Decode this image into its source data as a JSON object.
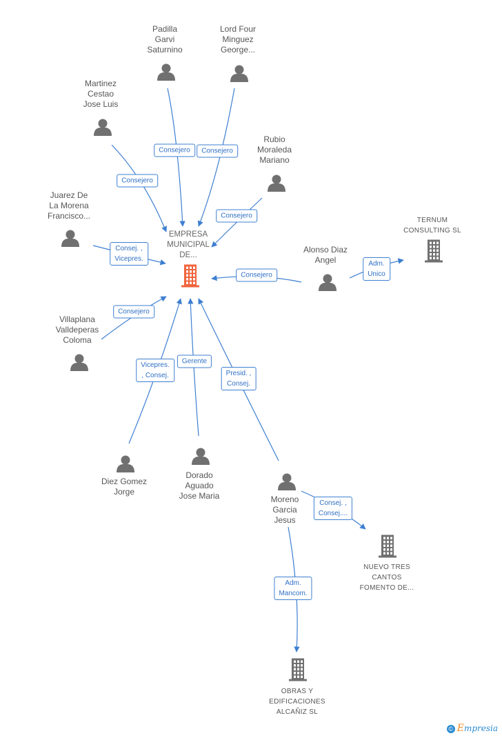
{
  "nodes": [
    {
      "id": "main",
      "type": "company-main",
      "lines": [
        "EMPRESA",
        "MUNICIPAL",
        "DE..."
      ]
    },
    {
      "id": "padilla",
      "type": "person",
      "lines": [
        "Padilla",
        "Garvi",
        "Saturnino"
      ]
    },
    {
      "id": "lordfour",
      "type": "person",
      "lines": [
        "Lord Four",
        "Minguez",
        "George..."
      ]
    },
    {
      "id": "martinez",
      "type": "person",
      "lines": [
        "Martinez",
        "Cestao",
        "Jose Luis"
      ]
    },
    {
      "id": "rubio",
      "type": "person",
      "lines": [
        "Rubio",
        "Moraleda",
        "Mariano"
      ]
    },
    {
      "id": "juarez",
      "type": "person",
      "lines": [
        "Juarez De",
        "La Morena",
        "Francisco..."
      ]
    },
    {
      "id": "alonso",
      "type": "person",
      "lines": [
        "Alonso Diaz",
        "Angel"
      ]
    },
    {
      "id": "ternum",
      "type": "company",
      "lines": [
        "TERNUM",
        "CONSULTING SL"
      ]
    },
    {
      "id": "villaplana",
      "type": "person",
      "lines": [
        "Villaplana",
        "Valldeperas",
        "Coloma"
      ]
    },
    {
      "id": "diez",
      "type": "person",
      "lines": [
        "Diez Gomez",
        "Jorge"
      ]
    },
    {
      "id": "dorado",
      "type": "person",
      "lines": [
        "Dorado",
        "Aguado",
        "Jose Maria"
      ]
    },
    {
      "id": "moreno",
      "type": "person",
      "lines": [
        "Moreno",
        "Garcia",
        "Jesus"
      ]
    },
    {
      "id": "nuevo",
      "type": "company",
      "lines": [
        "NUEVO TRES",
        "CANTOS",
        "FOMENTO DE..."
      ]
    },
    {
      "id": "obras",
      "type": "company",
      "lines": [
        "OBRAS Y",
        "EDIFICACIONES",
        "ALCAÑIZ SL"
      ]
    }
  ],
  "edges": [
    {
      "id": "e-padilla",
      "from": "padilla",
      "to": "main",
      "label": [
        "Consejero"
      ]
    },
    {
      "id": "e-lordfour",
      "from": "lordfour",
      "to": "main",
      "label": [
        "Consejero"
      ]
    },
    {
      "id": "e-martinez",
      "from": "martinez",
      "to": "main",
      "label": [
        "Consejero"
      ]
    },
    {
      "id": "e-rubio",
      "from": "rubio",
      "to": "main",
      "label": [
        "Consejero"
      ]
    },
    {
      "id": "e-juarez",
      "from": "juarez",
      "to": "main",
      "label": [
        "Consej. ,",
        "Vicepres."
      ]
    },
    {
      "id": "e-alonso",
      "from": "alonso",
      "to": "main",
      "label": [
        "Consejero"
      ]
    },
    {
      "id": "e-alonso-ternum",
      "from": "alonso",
      "to": "ternum",
      "label": [
        "Adm.",
        "Unico"
      ]
    },
    {
      "id": "e-villaplana",
      "from": "villaplana",
      "to": "main",
      "label": [
        "Consejero"
      ]
    },
    {
      "id": "e-diez",
      "from": "diez",
      "to": "main",
      "label": [
        "Vicepres.",
        ", Consej."
      ]
    },
    {
      "id": "e-dorado",
      "from": "dorado",
      "to": "main",
      "label": [
        "Gerente"
      ]
    },
    {
      "id": "e-moreno",
      "from": "moreno",
      "to": "main",
      "label": [
        "Presid. ,",
        "Consej."
      ]
    },
    {
      "id": "e-moreno-nuevo",
      "from": "moreno",
      "to": "nuevo",
      "label": [
        "Consej. ,",
        "Consej...."
      ]
    },
    {
      "id": "e-moreno-obras",
      "from": "moreno",
      "to": "obras",
      "label": [
        "Adm.",
        "Mancom."
      ]
    }
  ],
  "colors": {
    "edge": "#3d7fd1",
    "person_icon": "#707070",
    "company_icon": "#707070",
    "main_company_icon": "#f0643c"
  },
  "brand": {
    "copyright_symbol": "©",
    "initial": "E",
    "rest": "mpresia"
  }
}
